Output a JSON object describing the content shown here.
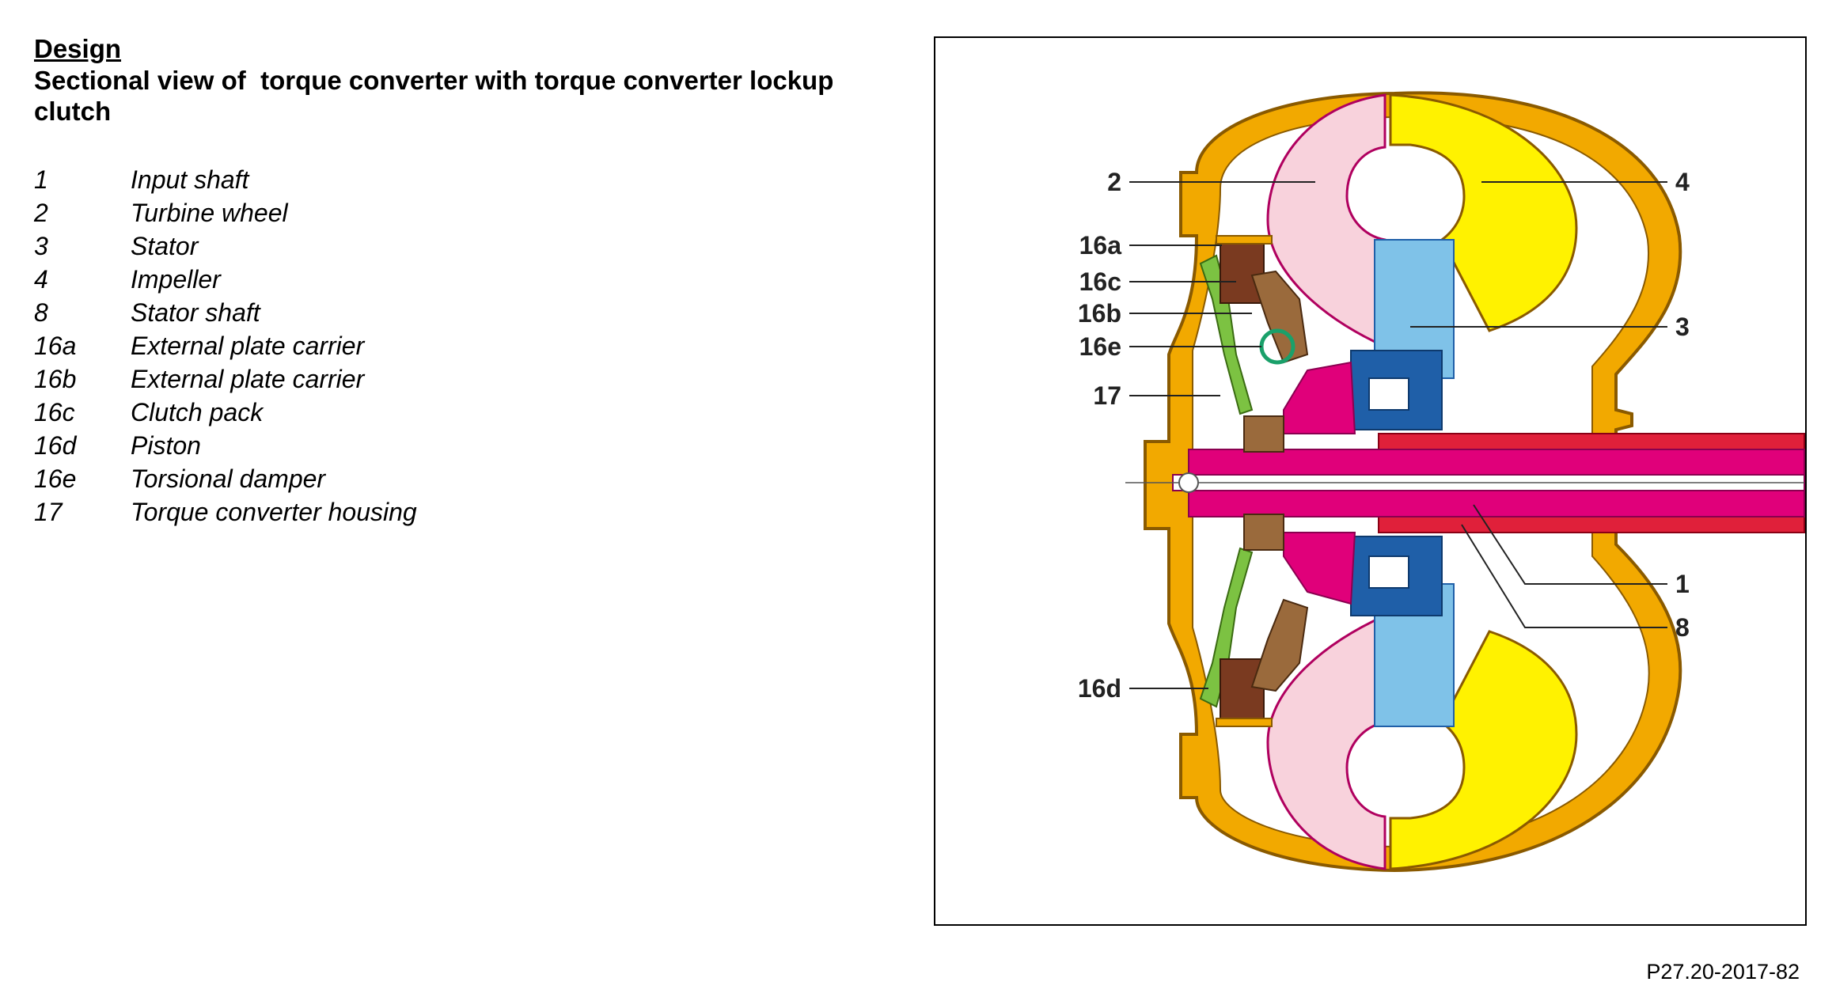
{
  "header": {
    "design_label": "Design",
    "section_title": "Sectional view of  torque converter with torque converter lockup clutch"
  },
  "legend": [
    {
      "number": "1",
      "label": "Input shaft"
    },
    {
      "number": "2",
      "label": "Turbine wheel"
    },
    {
      "number": "3",
      "label": "Stator"
    },
    {
      "number": "4",
      "label": "Impeller"
    },
    {
      "number": "8",
      "label": "Stator shaft"
    },
    {
      "number": "16a",
      "label": "External plate carrier"
    },
    {
      "number": "16b",
      "label": "External plate carrier"
    },
    {
      "number": "16c",
      "label": "Clutch pack"
    },
    {
      "number": "16d",
      "label": "Piston"
    },
    {
      "number": "16e",
      "label": "Torsional damper"
    },
    {
      "number": "17",
      "label": "Torque converter housing"
    }
  ],
  "diagram": {
    "callouts": {
      "c2": "2",
      "c4": "4",
      "c16a": "16a",
      "c16c": "16c",
      "c16b": "16b",
      "c16e": "16e",
      "c3": "3",
      "c17": "17",
      "c1": "1",
      "c8": "8",
      "c16d": "16d"
    },
    "colors": {
      "housing": "#F2A900",
      "housing_outline": "#8A5A00",
      "turbine": "#F8D2DC",
      "impeller": "#FFF200",
      "stator": "#7FC2E8",
      "stator_hub": "#1F5FA8",
      "shaft": "#E0007A",
      "shaft_outline": "#B0005F",
      "stator_shaft": "#E0203A",
      "piston": "#7CC242",
      "damper": "#9A6A3C",
      "damper_spring": "#1AA06A",
      "clutch_pack": "#7A3A20"
    }
  },
  "footer": {
    "figure_code": "P27.20-2017-82"
  }
}
